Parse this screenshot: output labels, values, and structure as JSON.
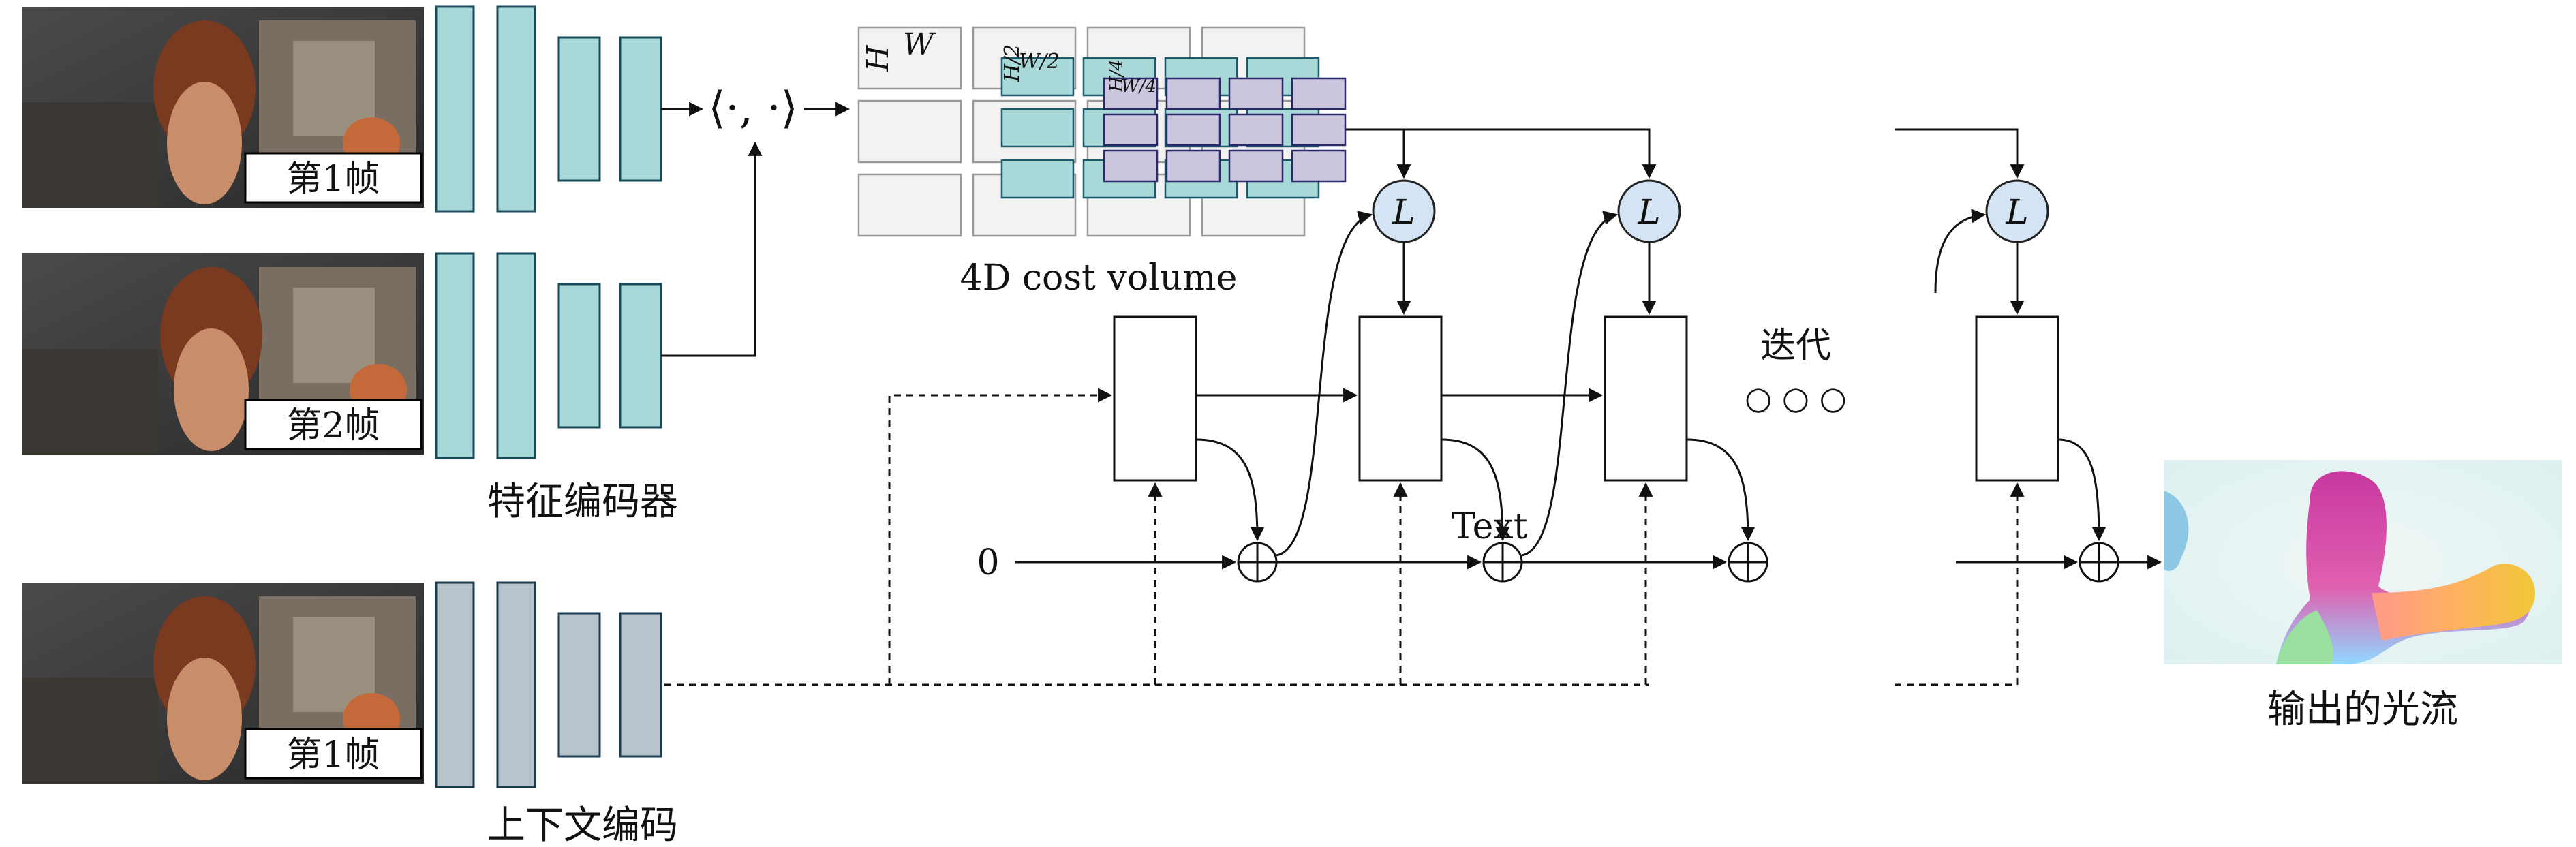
{
  "frames": [
    {
      "label": "第1帧"
    },
    {
      "label": "第2帧"
    },
    {
      "label": "第1帧"
    }
  ],
  "feature_encoder_label": "特征编码器",
  "context_encoder_label": "上下文编码",
  "correlation_symbol": "⟨·, ·⟩",
  "cost_volume": {
    "label": "4D cost volume",
    "level_labels": [
      "H",
      "W",
      "H/2",
      "W/2",
      "H/4",
      "W/4"
    ]
  },
  "lookup_label": "L",
  "initial_value": "0",
  "text_label": "Text",
  "iteration_label": "迭代",
  "ellipsis": "○ ○ ○",
  "output_label": "输出的光流",
  "colors": {
    "feature_block": "#a8d8d8",
    "context_block": "#b8c4cc",
    "lookup_circle": "#d4e4f4",
    "cost_volume_small": "#cbc6dd"
  }
}
